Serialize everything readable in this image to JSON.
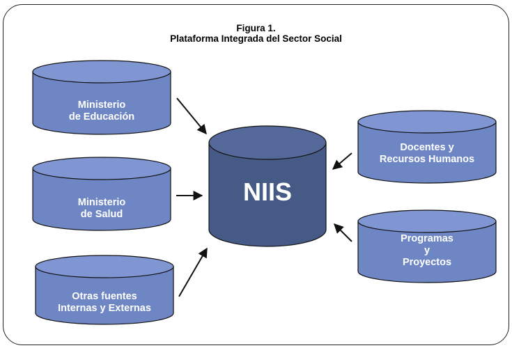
{
  "figure": {
    "number": "Figura 1.",
    "title": "Plataforma Integrada del Sector Social"
  },
  "colors": {
    "source_fill": "#6f86c4",
    "source_top": "#7f96d2",
    "center_fill": "#465a86",
    "center_top": "#54689a",
    "outline": "#111111",
    "arrow": "#111111"
  },
  "center": {
    "label": "NIIS"
  },
  "sources": [
    {
      "id": "educacion",
      "lines": [
        "Ministerio",
        "de Educación"
      ]
    },
    {
      "id": "salud",
      "lines": [
        "Ministerio",
        "de Salud"
      ]
    },
    {
      "id": "otras",
      "lines": [
        "Otras fuentes",
        "Internas y Externas"
      ]
    },
    {
      "id": "docentes",
      "lines": [
        "Docentes y",
        "Recursos Humanos"
      ]
    },
    {
      "id": "programas",
      "lines": [
        "Programas",
        "y",
        "Proyectos"
      ]
    }
  ]
}
